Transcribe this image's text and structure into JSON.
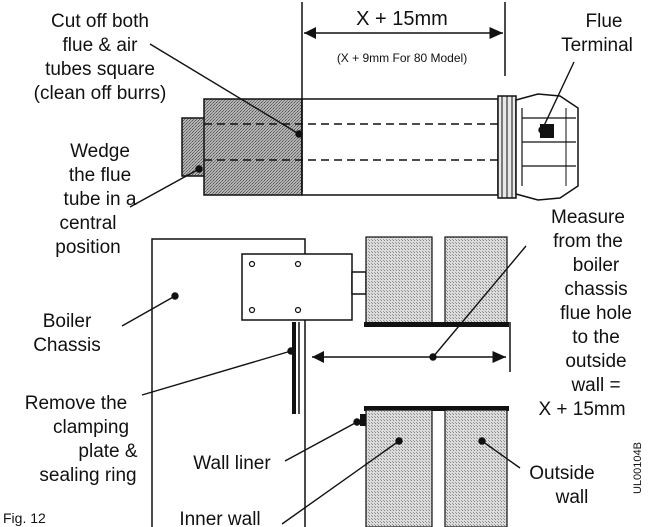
{
  "title_text": "",
  "labels": {
    "cut_off": [
      "Cut off both",
      "flue & air",
      "tubes square",
      "(clean off burrs)"
    ],
    "dimension_main": "X + 15mm",
    "dimension_sub": "(X + 9mm For 80 Model)",
    "flue_terminal": [
      "Flue",
      "Terminal"
    ],
    "wedge": [
      "Wedge",
      "the flue",
      "tube in a",
      "central",
      "position"
    ],
    "measure": [
      "Measure",
      "from the",
      "boiler",
      "chassis",
      "flue hole",
      "to the",
      "outside",
      "wall =",
      "X + 15mm"
    ],
    "boiler_chassis": [
      "Boiler",
      "Chassis"
    ],
    "remove_plate": [
      "Remove the",
      "clamping",
      "plate &",
      "sealing ring"
    ],
    "wall_liner": "Wall liner",
    "inner_wall": "Inner wall",
    "outside_wall": [
      "Outside",
      "wall"
    ],
    "figure": "Fig. 12",
    "drawing_code": "UL00104B"
  },
  "colors": {
    "ink": "#111111",
    "stipple_dark": "#9a9a9a",
    "stipple_light": "#cfcfcf",
    "background": "#ffffff"
  }
}
